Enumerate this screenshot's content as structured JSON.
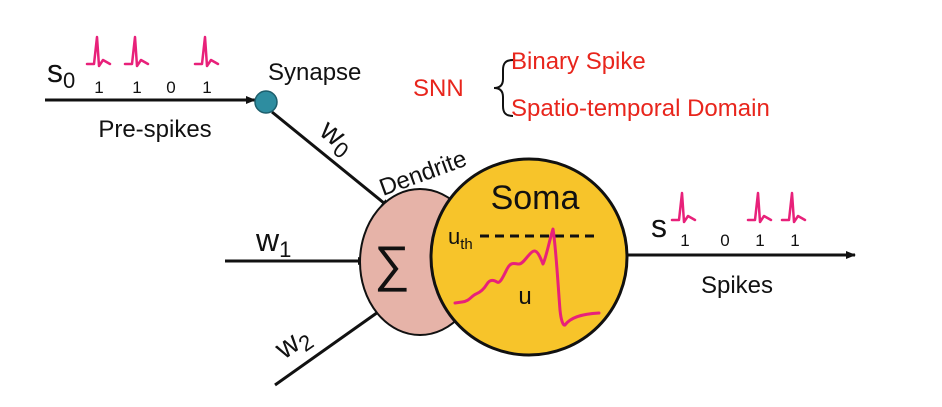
{
  "colors": {
    "spike": "#e8217a",
    "annotation": "#e8251c",
    "soma_fill": "#f7c42a",
    "dendrite_fill": "#e6b3a8",
    "synapse_fill": "#2e8da0",
    "line": "#111111"
  },
  "input": {
    "symbol": "s",
    "index": "0",
    "bits": [
      "1",
      "1",
      "0",
      "1"
    ],
    "caption": "Pre-spikes"
  },
  "synapse_label": "Synapse",
  "weights": [
    {
      "symbol": "w",
      "index": "0"
    },
    {
      "symbol": "w",
      "index": "1"
    },
    {
      "symbol": "w",
      "index": "2"
    }
  ],
  "dendrite_label": "Dendrite",
  "sum_symbol": "∑",
  "soma": {
    "label": "Soma",
    "threshold_symbol": "u",
    "threshold_index": "th",
    "potential_label": "u"
  },
  "snn": {
    "label": "SNN",
    "items": [
      "Binary Spike",
      "Spatio-temporal Domain"
    ]
  },
  "output": {
    "symbol": "s",
    "bits": [
      "1",
      "0",
      "1",
      "1"
    ],
    "caption": "Spikes"
  }
}
